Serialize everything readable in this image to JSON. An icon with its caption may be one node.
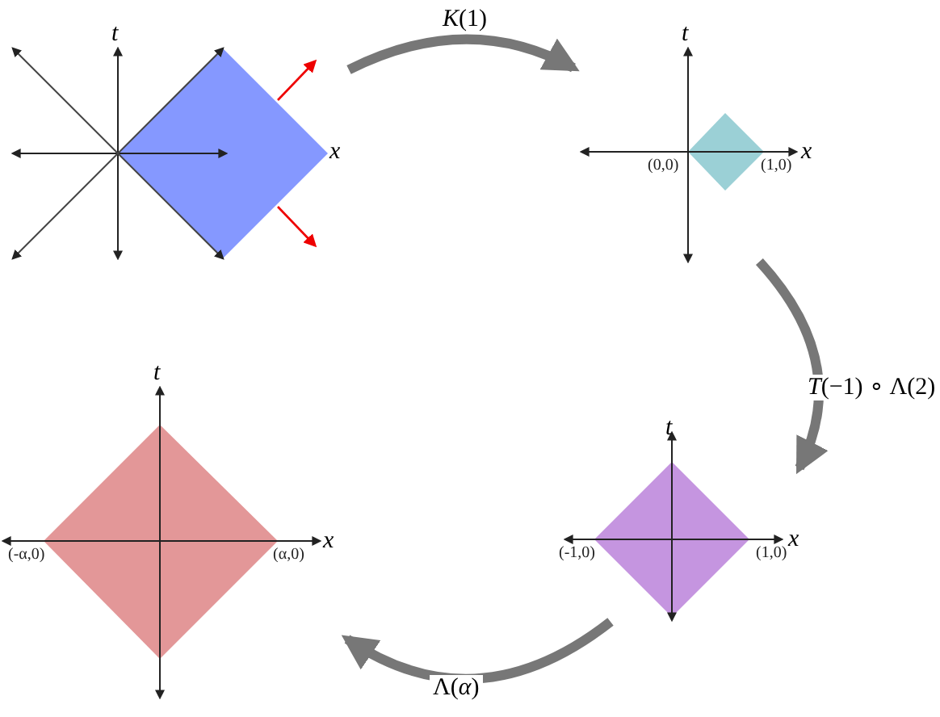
{
  "diagram": {
    "nodes": [
      {
        "text": [
          "t",
          "x"
        ]
      },
      {
        "text": [
          "t",
          "x",
          "(0,0)",
          "(1,0)"
        ]
      },
      {
        "text": [
          "t",
          "x",
          "(-1,0)",
          "(1,0)"
        ]
      },
      {
        "text": [
          "t",
          "x",
          "(-α,0)",
          "(α,0)"
        ]
      }
    ],
    "edges": [
      {
        "from": 0,
        "to": 1,
        "arrow": "to",
        "label": "*K*(1)"
      },
      {
        "from": 1,
        "to": 2,
        "arrow": "to",
        "label": "*T*(−1) ∘ Λ(2)"
      },
      {
        "from": 2,
        "to": 3,
        "arrow": "to",
        "label": "Λ(*α*)"
      }
    ]
  }
}
